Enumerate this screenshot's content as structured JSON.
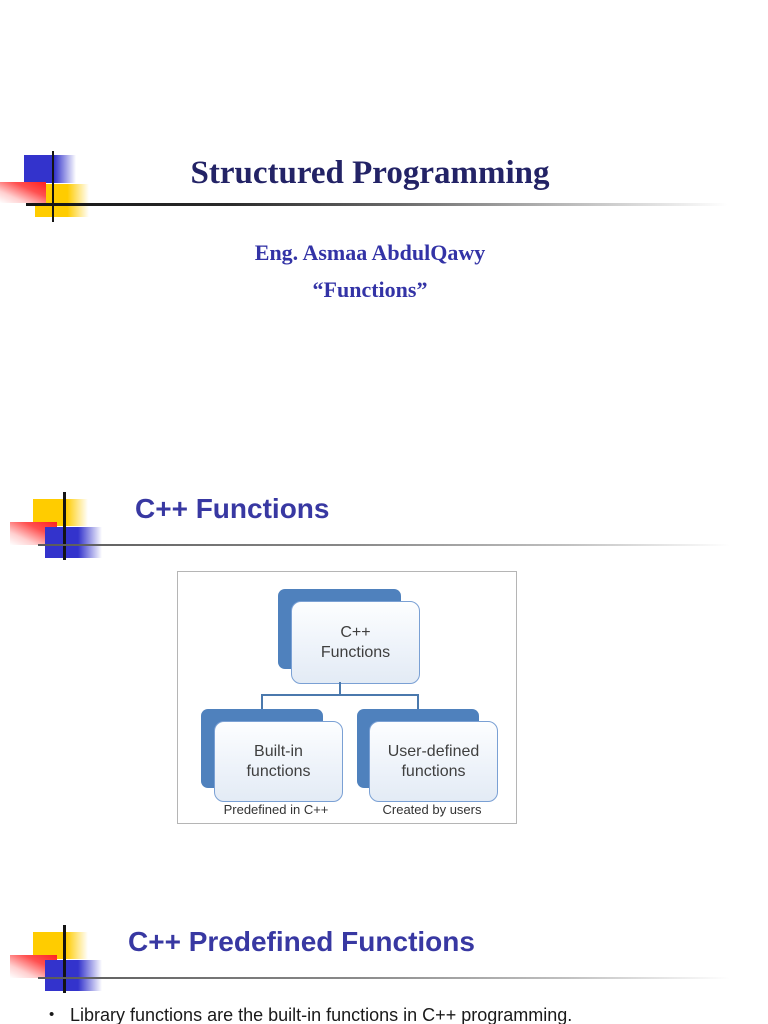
{
  "slide1": {
    "title": "Structured Programming",
    "author": "Eng. Asmaa AbdulQawy",
    "subtitle": "“Functions”"
  },
  "slide2": {
    "heading": "C++ Functions",
    "diagram": {
      "root": {
        "line1": "C++",
        "line2": "Functions"
      },
      "left_child": {
        "line1": "Built-in",
        "line2": "functions"
      },
      "right_child": {
        "line1": "User-defined",
        "line2": "functions"
      },
      "left_caption": "Predefined in C++",
      "right_caption": "Created by users"
    }
  },
  "slide3": {
    "heading": "C++ Predefined Functions",
    "bullet_marker": "•",
    "bullet_text": "Library functions are the built-in functions in C++ programming."
  },
  "colors": {
    "title_navy": "#232366",
    "subtitle_blue": "#3333a6",
    "heading_blue": "#3838a2",
    "logo_blue": "#3333cc",
    "logo_yellow": "#ffcc00",
    "logo_red": "#ff2626",
    "diagram_blue": "#4f81bd",
    "diagram_border": "#7aa0d4",
    "caption_gray": "#333333"
  }
}
